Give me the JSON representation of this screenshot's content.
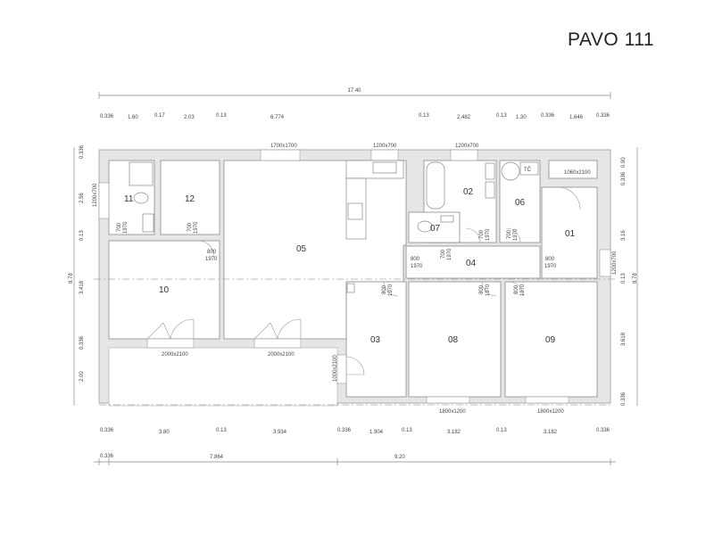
{
  "title": "PAVO 111",
  "top_dims": {
    "total": "17.40",
    "segments": [
      "0.336",
      "1.60",
      "0.17",
      "2.03",
      "0.13",
      "6.774",
      "0.13",
      "2.482",
      "0.13",
      "1.30",
      "0.336",
      "1.646",
      "0.336"
    ]
  },
  "bottom_dims": {
    "segments": [
      "0.336",
      "3.80",
      "0.13",
      "3.934",
      "0.336",
      "1.904",
      "0.13",
      "3.182",
      "0.13",
      "3.182",
      "0.336"
    ],
    "totals": [
      "0.336",
      "7.864",
      "9.20"
    ]
  },
  "left_dims": {
    "total": "8.78",
    "segments": [
      "0.336",
      "2.56",
      "0.13",
      "3.418",
      "0.336",
      "2.00"
    ]
  },
  "right_dims": {
    "total": "8.78",
    "segments": [
      "0.90",
      "0.336",
      "3.16",
      "0.13",
      "3.618",
      "0.336"
    ]
  },
  "rooms": {
    "r01": "01",
    "r02": "02",
    "r03": "03",
    "r04": "04",
    "r05": "05",
    "r06": "06",
    "r07": "07",
    "r08": "08",
    "r09": "09",
    "r10": "10",
    "r11": "11",
    "r12": "12"
  },
  "openings": {
    "w_top1": "1700x1700",
    "w_top2": "1200x700",
    "w_top3": "1200x700",
    "w_left": "1200x700",
    "w_right": "1200x700",
    "entry": "1060x2100",
    "terrace1": "2000x2100",
    "terrace2": "2000x2100",
    "side": "1000x2100",
    "w_bot1": "1800x1200",
    "w_bot2": "1800x1200",
    "d700": "700",
    "d800": "800",
    "d1970": "1970"
  },
  "fixture_tc": "TČ"
}
